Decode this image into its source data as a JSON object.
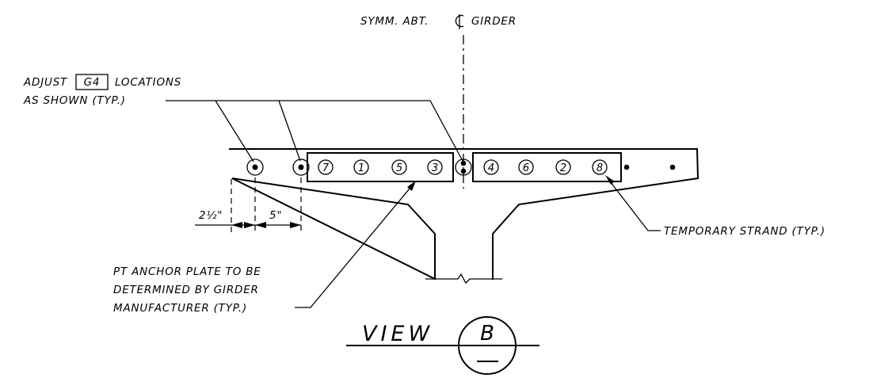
{
  "labels": {
    "symmetry_prefix": "SYMM. ABT.",
    "symmetry_suffix": "GIRDER",
    "adjust_pre": "ADJUST",
    "adjust_tag": "G4",
    "adjust_post": "LOCATIONS",
    "adjust_line2": "AS SHOWN (TYP.)",
    "temporary_strand": "TEMPORARY STRAND (TYP.)",
    "pt_line1": "PT ANCHOR PLATE TO BE",
    "pt_line2": "DETERMINED BY GIRDER",
    "pt_line3": "MANUFACTURER (TYP.)"
  },
  "dimensions": {
    "edge": "2½\"",
    "spacing": "5\""
  },
  "anchor_numbers": {
    "left_plate": [
      "7",
      "1",
      "5",
      "3"
    ],
    "right_plate": [
      "4",
      "6",
      "2",
      "8"
    ]
  },
  "view_title": {
    "word": "VIEW",
    "letter": "B"
  }
}
